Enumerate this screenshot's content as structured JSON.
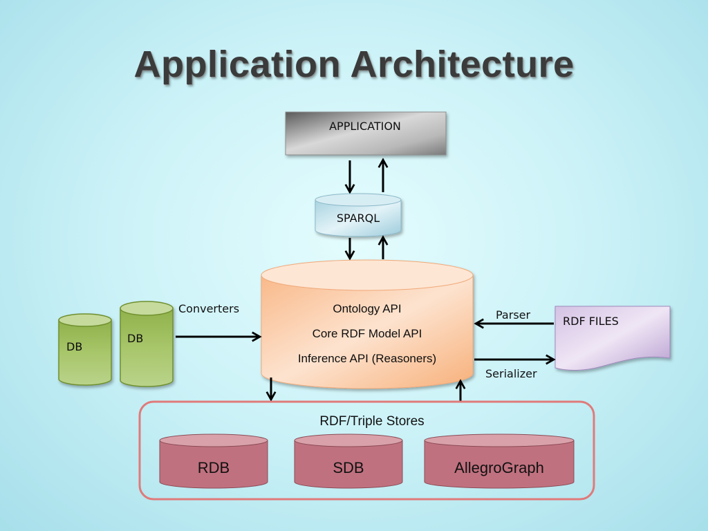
{
  "slide": {
    "title": "Application Architecture"
  },
  "diagram": {
    "application": {
      "label": "APPLICATION"
    },
    "sparql": {
      "label": "SPARQL"
    },
    "core": {
      "lines": [
        "Ontology API",
        "Core RDF Model API",
        "Inference API (Reasoners)"
      ]
    },
    "databases": [
      {
        "label": "DB"
      },
      {
        "label": "DB"
      }
    ],
    "rdf_files": {
      "label": "RDF FILES"
    },
    "edges": {
      "converters": "Converters",
      "parser": "Parser",
      "serializer": "Serializer"
    },
    "triple_stores": {
      "title": "RDF/Triple Stores",
      "stores": [
        {
          "label": "RDB"
        },
        {
          "label": "SDB"
        },
        {
          "label": "AllegroGraph"
        }
      ]
    }
  },
  "colors": {
    "db_green": "#9bbb59",
    "core_orange": "#fbc79a",
    "sparql_blue": "#b7dde8",
    "store_red": "#c0717f",
    "stores_border": "#e07a7a",
    "rdf_files_purple": "#d9cbe6"
  }
}
